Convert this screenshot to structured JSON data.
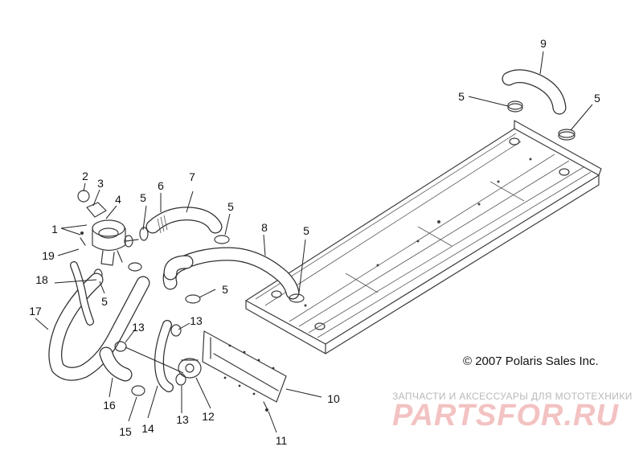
{
  "callouts": {
    "c1": "1",
    "c2": "2",
    "c3": "3",
    "c4": "4",
    "c5a": "5",
    "c5b": "5",
    "c5c": "5",
    "c5d": "5",
    "c5e": "5",
    "c5f": "5",
    "c6": "6",
    "c7": "7",
    "c8": "8",
    "c9": "9",
    "c10": "10",
    "c11": "11",
    "c12": "12",
    "c13a": "13",
    "c13b": "13",
    "c13c": "13",
    "c14": "14",
    "c15": "15",
    "c16": "16",
    "c17": "17",
    "c18": "18",
    "c19": "19"
  },
  "copyright": "© 2007 Polaris Sales Inc.",
  "watermark": {
    "tagline": "ЗАПЧАСТИ И АКСЕССУАРЫ ДЛЯ МОТОТЕХНИКИ",
    "logo": "PARTSFOR.RU"
  },
  "colors": {
    "line": "#3a3a3a",
    "watermark": "#f2b8b8"
  }
}
